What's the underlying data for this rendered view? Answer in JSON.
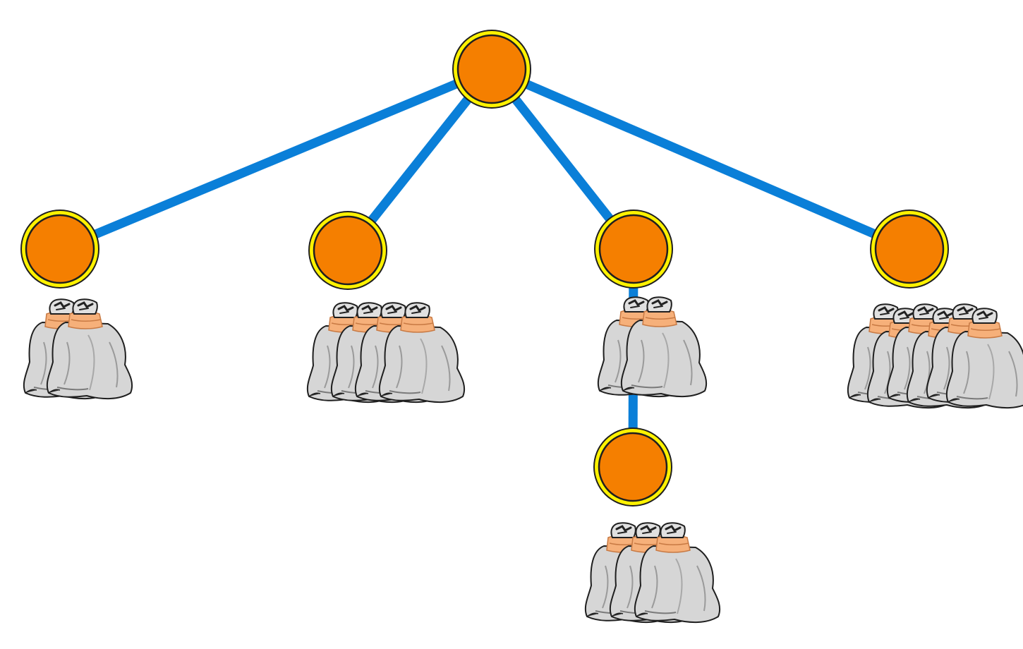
{
  "colors": {
    "background": "#ffffff",
    "edge": "#0a7fd8",
    "node_fill": "#f57f00",
    "node_ring": "#fff200",
    "node_outline": "#1f1f1f",
    "sack_body": "#d6d6d6",
    "sack_tie": "#f6b07a",
    "sack_outline": "#1f1f1f"
  },
  "tree": {
    "nodes": [
      {
        "id": "root",
        "parent": null,
        "sacks": 0
      },
      {
        "id": "child-1",
        "parent": "root",
        "sacks": 2
      },
      {
        "id": "child-2",
        "parent": "root",
        "sacks": 4
      },
      {
        "id": "child-3",
        "parent": "root",
        "sacks": 2
      },
      {
        "id": "child-4",
        "parent": "root",
        "sacks": 6
      },
      {
        "id": "grandchild-1",
        "parent": "child-3",
        "sacks": 3
      }
    ],
    "icons": {
      "node": "circle-node-icon",
      "sack": "money-sack-icon"
    }
  }
}
